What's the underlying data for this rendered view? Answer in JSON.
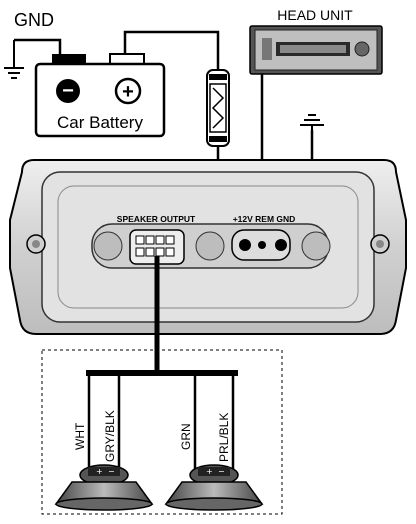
{
  "labels": {
    "gnd": "GND",
    "head_unit": "HEAD UNIT",
    "car_battery": "Car Battery",
    "speaker_output": "SPEAKER OUTPUT",
    "power_terminal": "+12V REM GND"
  },
  "speaker_wires": {
    "left": [
      "WHT",
      "GRY/BLK"
    ],
    "right": [
      "GRN",
      "PRL/BLK"
    ]
  },
  "battery_terminals": {
    "negative": "−",
    "positive": "+"
  },
  "colors": {
    "wire": "#000000",
    "body": "#d9d9d9",
    "body_dark": "#a6a6a6",
    "background": "#ffffff"
  }
}
